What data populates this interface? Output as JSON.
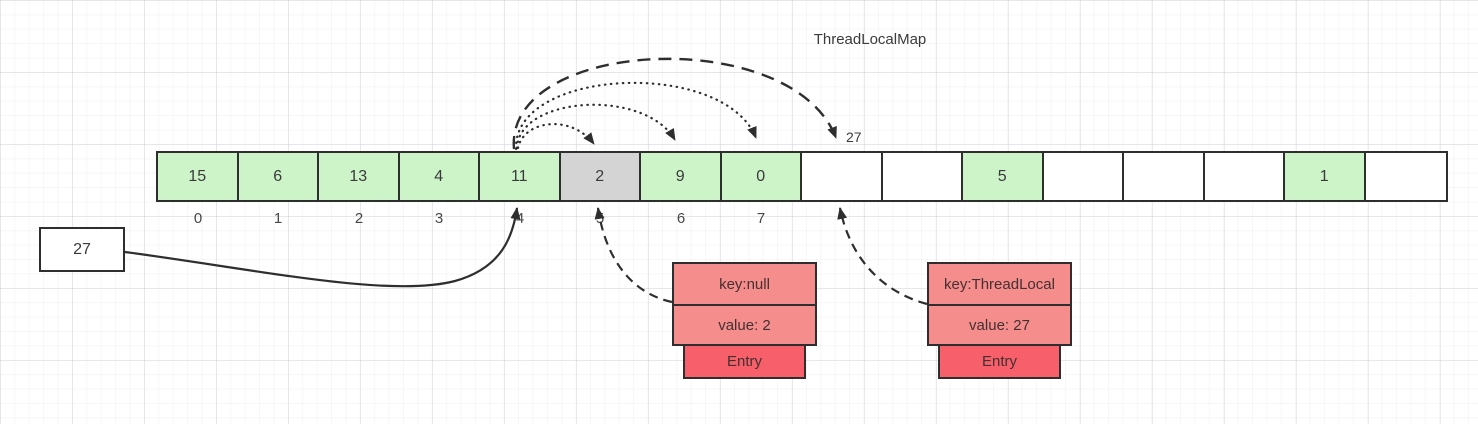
{
  "title": "ThreadLocalMap",
  "array": {
    "cells": [
      {
        "value": "15",
        "state": "green"
      },
      {
        "value": "6",
        "state": "green"
      },
      {
        "value": "13",
        "state": "green"
      },
      {
        "value": "4",
        "state": "green"
      },
      {
        "value": "11",
        "state": "green"
      },
      {
        "value": "2",
        "state": "gray"
      },
      {
        "value": "9",
        "state": "green"
      },
      {
        "value": "0",
        "state": "green"
      },
      {
        "value": "",
        "state": "empty"
      },
      {
        "value": "",
        "state": "empty"
      },
      {
        "value": "5",
        "state": "green"
      },
      {
        "value": "",
        "state": "empty"
      },
      {
        "value": "",
        "state": "empty"
      },
      {
        "value": "",
        "state": "empty"
      },
      {
        "value": "1",
        "state": "green"
      },
      {
        "value": "",
        "state": "empty"
      }
    ],
    "indices": [
      "0",
      "1",
      "2",
      "3",
      "4",
      "5",
      "6",
      "7"
    ]
  },
  "rehash_label": "27",
  "value_box": {
    "label": "27"
  },
  "entries": [
    {
      "key": "key:null",
      "value": "value: 2",
      "footer": "Entry"
    },
    {
      "key": "key:ThreadLocal",
      "value": "value: 27",
      "footer": "Entry"
    }
  ],
  "colors": {
    "cell_green": "#cdf3c8",
    "cell_stale_gray": "#d4d4d4",
    "entry_row_salmon": "#f58d8d",
    "entry_footer_red": "#f7606a",
    "line_dark": "#2e2e2e"
  }
}
